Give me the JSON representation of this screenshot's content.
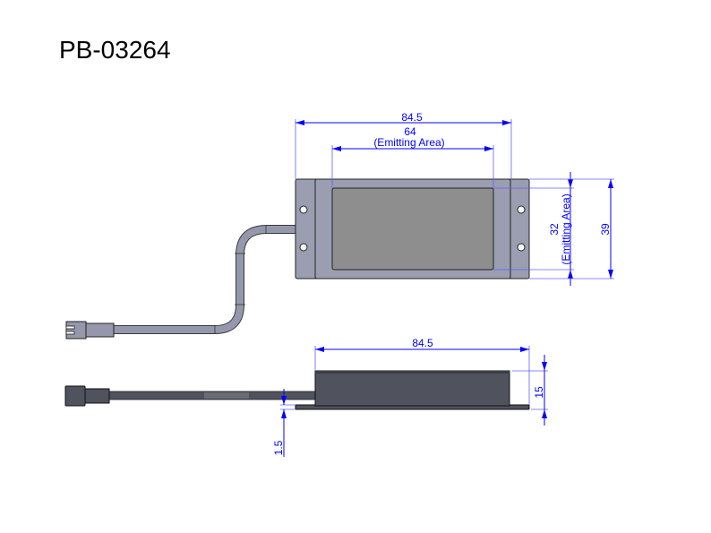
{
  "title": "PB-03264",
  "colors": {
    "dimension": "#0000ff",
    "plate": "#9a9eb0",
    "emitting": "#8e8e8e",
    "body_side": "#50535e"
  },
  "top_view": {
    "width_label": "84.5",
    "emitting_width_label": "64",
    "emitting_width_note": "(Emitting Area)",
    "emitting_height_label": "32",
    "emitting_height_note": "(Emitting Area)",
    "height_label": "39"
  },
  "side_view": {
    "width_label": "84.5",
    "height_label": "15",
    "flange_label": "1.5"
  }
}
